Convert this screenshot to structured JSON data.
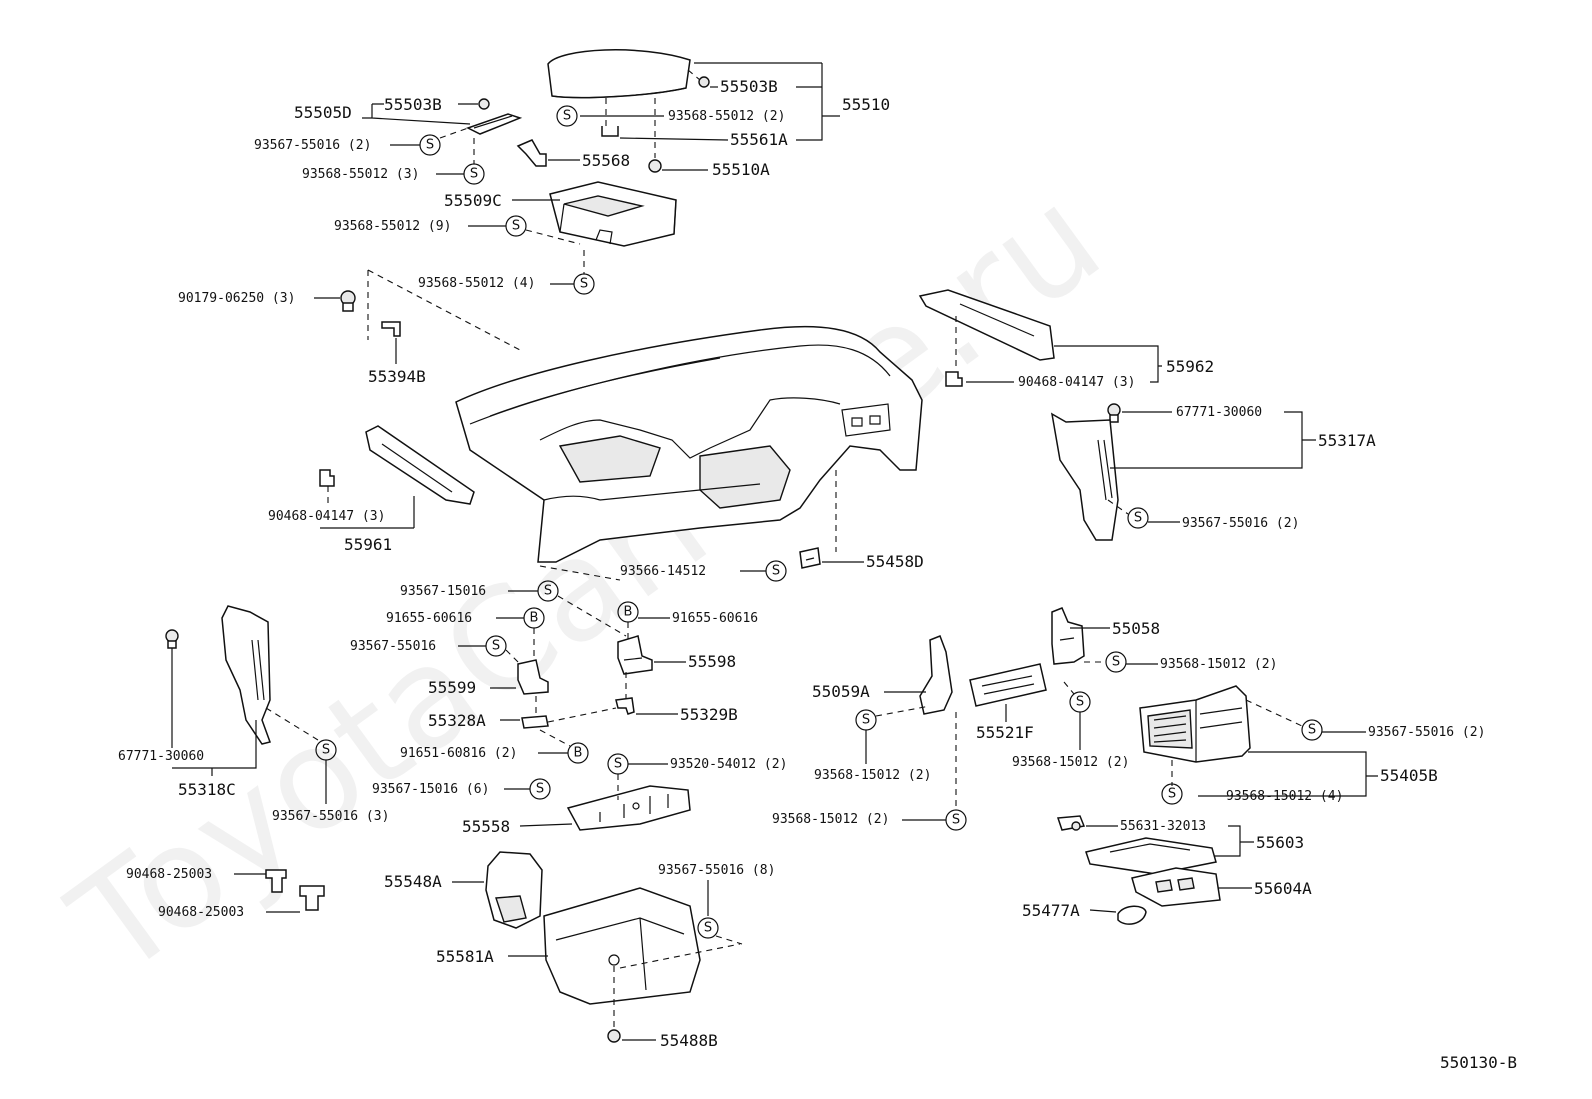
{
  "watermark": "ToyotaCarMine.ru",
  "diagram_code": "550130-B",
  "symbols": {
    "screw": "S",
    "bolt": "B"
  },
  "labels": {
    "l55505D": "55505D",
    "l55503B_a": "55503B",
    "l93567_55016_2_a": "93567-55016 (2)",
    "l93568_55012_3": "93568-55012 (3)",
    "l55503B_b": "55503B",
    "l93568_55012_2": "93568-55012 (2)",
    "l55561A": "55561A",
    "l55510": "55510",
    "l55568": "55568",
    "l55510A": "55510A",
    "l55509C": "55509C",
    "l93568_55012_9": "93568-55012 (9)",
    "l93568_55012_4": "93568-55012 (4)",
    "l90179_06250_3": "90179-06250 (3)",
    "l55394B": "55394B",
    "l90468_04147_3_a": "90468-04147 (3)",
    "l55961": "55961",
    "l55962": "55962",
    "l90468_04147_3_b": "90468-04147 (3)",
    "l67771_30060_a": "67771-30060",
    "l55317A": "55317A",
    "l93567_55016_2_b": "93567-55016 (2)",
    "l93566_14512": "93566-14512",
    "l55458D": "55458D",
    "l93567_15016": "93567-15016",
    "l91655_60616_a": "91655-60616",
    "l91655_60616_b": "91655-60616",
    "l93567_55016": "93567-55016",
    "l55598": "55598",
    "l55599": "55599",
    "l55328A": "55328A",
    "l55329B": "55329B",
    "l91651_60816_2": "91651-60816 (2)",
    "l93520_54012_2": "93520-54012 (2)",
    "l93567_15016_6": "93567-15016 (6)",
    "l55558": "55558",
    "l67771_30060_b": "67771-30060",
    "l55318C": "55318C",
    "l93567_55016_3": "93567-55016 (3)",
    "l55058": "55058",
    "l93568_15012_2_a": "93568-15012 (2)",
    "l55059A": "55059A",
    "l55521F": "55521F",
    "l93568_15012_2_b": "93568-15012 (2)",
    "l93568_15012_2_c": "93568-15012 (2)",
    "l93568_15012_2_d": "93568-15012 (2)",
    "l93567_55016_2_c": "93567-55016 (2)",
    "l55405B": "55405B",
    "l93568_15012_4": "93568-15012 (4)",
    "l55631_32013": "55631-32013",
    "l55603": "55603",
    "l55604A": "55604A",
    "l55477A": "55477A",
    "l90468_25003_a": "90468-25003",
    "l90468_25003_b": "90468-25003",
    "l55548A": "55548A",
    "l93567_55016_8": "93567-55016 (8)",
    "l55581A": "55581A",
    "l55488B": "55488B"
  }
}
